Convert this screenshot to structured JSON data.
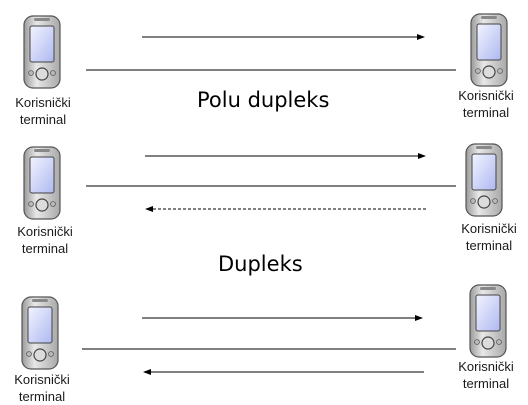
{
  "terminal": {
    "line1": "Korisnički",
    "line2": "terminal"
  },
  "titles": {
    "half_duplex": "Polu dupleks",
    "duplex": "Dupleks"
  },
  "colors": {
    "line": "#000000",
    "dashed_arrow": "#000000",
    "device_body": "#cfcfcf",
    "device_screen": "#c7d0ff"
  }
}
